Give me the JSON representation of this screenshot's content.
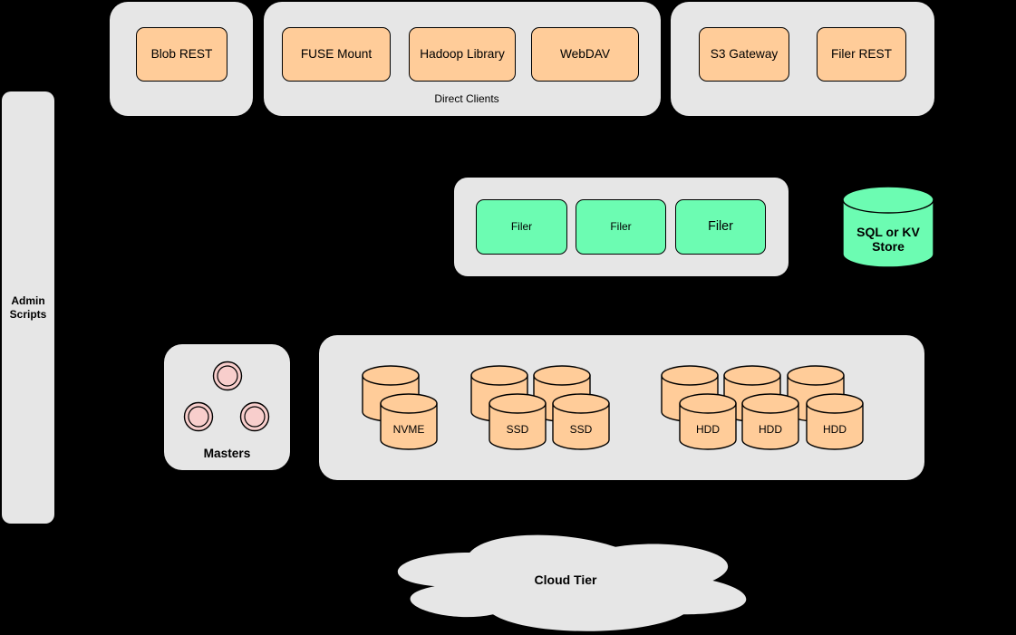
{
  "colors": {
    "background": "#000000",
    "container_fill": "#e6e6e6",
    "node_orange": "#ffcc99",
    "node_green": "#6cfcb2",
    "node_pink": "#f8cecc",
    "stroke": "#000000",
    "text": "#000000"
  },
  "admin_panel": {
    "label": "Admin Scripts"
  },
  "blob_group": {
    "items": [
      {
        "label": "Blob REST"
      }
    ]
  },
  "direct_clients_group": {
    "label": "Direct Clients",
    "items": [
      {
        "label": "FUSE Mount"
      },
      {
        "label": "Hadoop Library"
      },
      {
        "label": "WebDAV"
      }
    ]
  },
  "gateway_group": {
    "items": [
      {
        "label": "S3 Gateway"
      },
      {
        "label": "Filer REST"
      }
    ]
  },
  "filer_group": {
    "items": [
      {
        "label": "Filer"
      },
      {
        "label": "Filer"
      },
      {
        "label": "Filer"
      }
    ]
  },
  "metadata_store": {
    "label": "SQL or KV Store",
    "line1": "SQL or KV",
    "line2": "Store"
  },
  "masters_group": {
    "label": "Masters",
    "node_count": 3
  },
  "volume_group": {
    "disks": [
      {
        "label": "NVME"
      },
      {
        "label": "SSD"
      },
      {
        "label": "SSD"
      },
      {
        "label": "HDD"
      },
      {
        "label": "HDD"
      },
      {
        "label": "HDD"
      }
    ]
  },
  "cloud_tier": {
    "label": "Cloud Tier"
  }
}
